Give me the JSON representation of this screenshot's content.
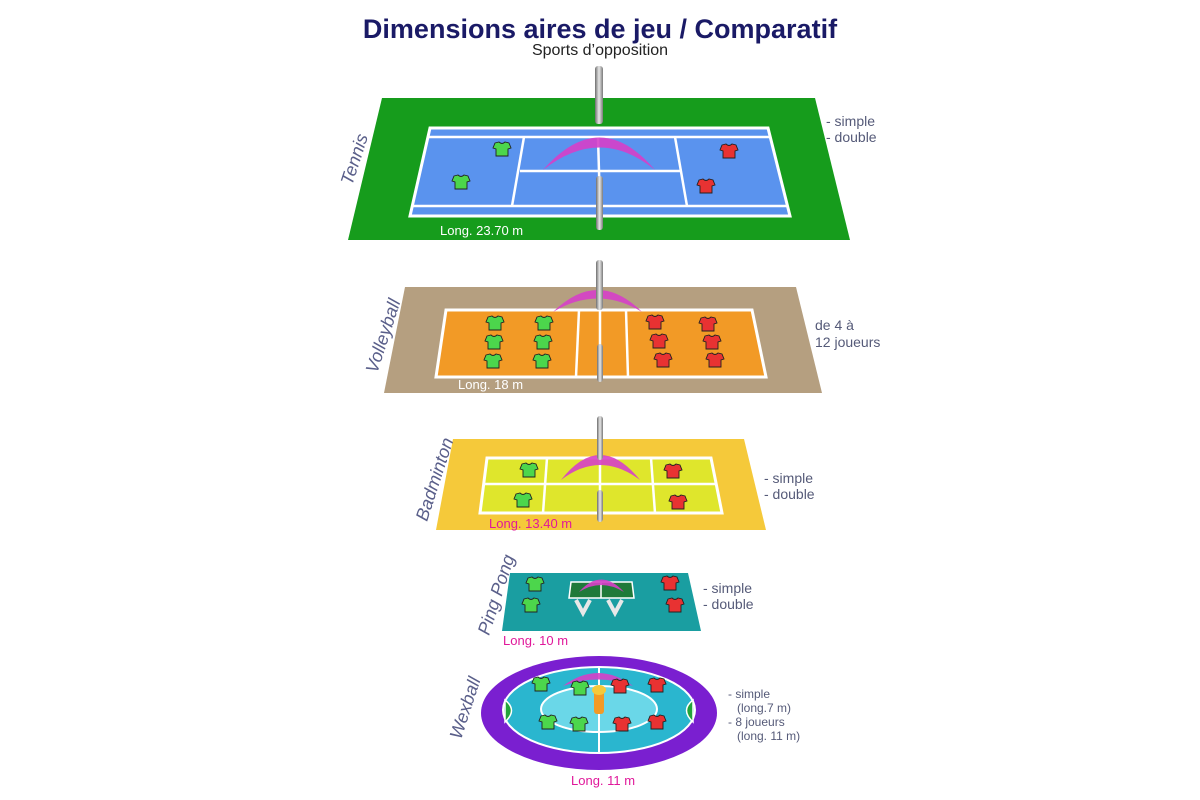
{
  "header": {
    "title": "Dimensions aires de jeu / Comparatif",
    "subtitle": "Sports d’opposition"
  },
  "colors": {
    "player_team_a": "#4cd64c",
    "player_team_b": "#e83232",
    "ball_arc": "#d63fc8",
    "tennis_surround": "#169c1c",
    "tennis_court": "#5a93ee",
    "volley_surround": "#b59f80",
    "volley_court": "#f29a26",
    "badminton_surround": "#f5c93a",
    "badminton_court": "#dfe62c",
    "pingpong_floor": "#1a9ea1",
    "pingpong_table": "#1f7a3a",
    "wexball_outer": "#7a1fd0",
    "wexball_inner": "#2ab6cf"
  },
  "sports": {
    "tennis": {
      "name": "Tennis",
      "length": "Long. 23.70 m",
      "notes": [
        "- simple",
        "- double"
      ]
    },
    "volleyball": {
      "name": "Volleyball",
      "length": "Long. 18 m",
      "notes": [
        "de 4 à",
        "12 joueurs"
      ]
    },
    "badminton": {
      "name": "Badminton",
      "length": "Long. 13.40 m",
      "notes": [
        "- simple",
        "- double"
      ]
    },
    "pingpong": {
      "name": "Ping Pong",
      "length": "Long. 10 m",
      "notes": [
        "- simple",
        "- double"
      ]
    },
    "wexball": {
      "name": "Wexball",
      "length": "Long. 11 m",
      "notes": [
        "- simple",
        "(long.7 m)",
        "- 8 joueurs",
        "(long. 11 m)"
      ]
    }
  }
}
